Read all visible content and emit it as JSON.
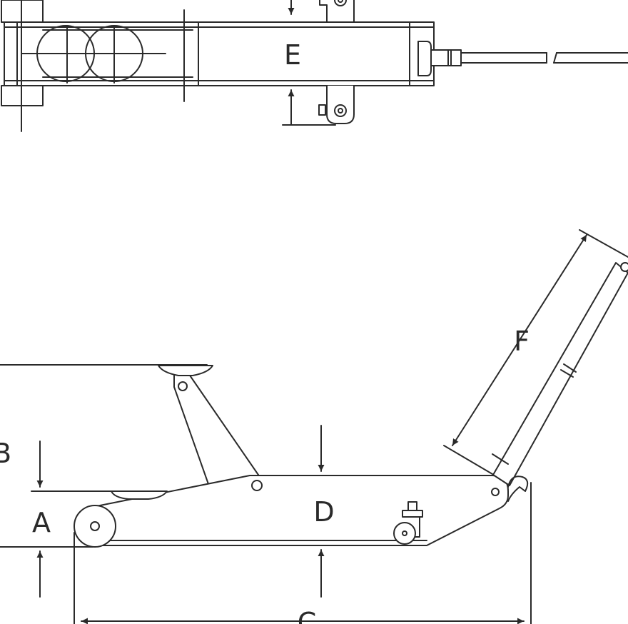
{
  "colors": {
    "line": "#2a2a2a",
    "fill": "#ffffff"
  },
  "labels": {
    "a": "A",
    "b": "B",
    "c": "C",
    "d": "D",
    "e": "E",
    "f": "F"
  }
}
